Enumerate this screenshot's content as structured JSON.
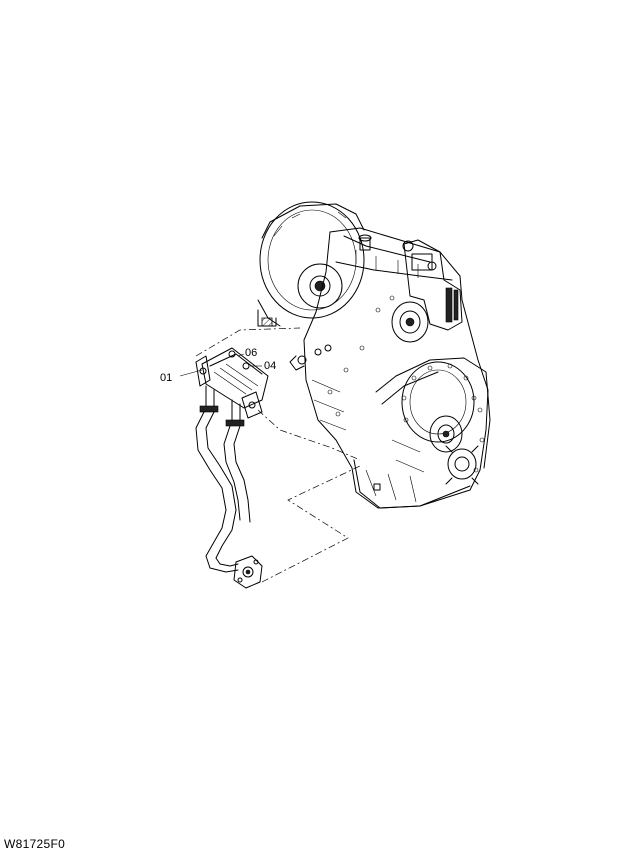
{
  "callouts": {
    "part_01": "01",
    "part_04": "04",
    "part_06": "06"
  },
  "figure_code": "W81725F0",
  "assemblies": {
    "transmission_icon": "transmission-housing-icon",
    "cooler_icon": "oil-cooler-icon",
    "hose_icon": "cooler-hose-icon"
  }
}
